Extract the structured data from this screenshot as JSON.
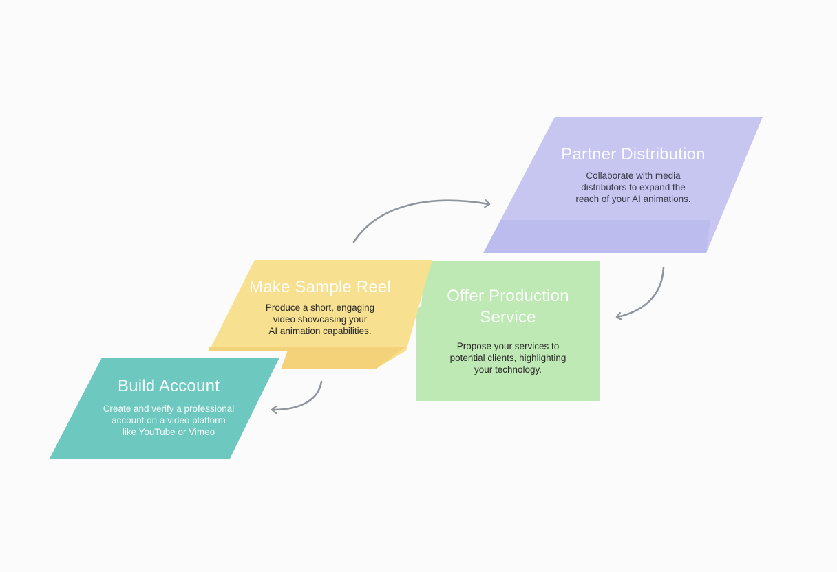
{
  "colors": {
    "background": "#fbfbfb",
    "build_account": "#6cc7bf",
    "sample_reel_top": "#f6df8c",
    "sample_reel_bottom": "#f4d37a",
    "production_service": "#bde9b3",
    "partner_top": "#c5c5f0",
    "partner_bottom": "#bcbdee",
    "arrow": "#8e959c"
  },
  "steps": {
    "build_account": {
      "title": "Build Account",
      "description": "Create and verify a professional\naccount on a video platform\nlike YouTube or Vimeo"
    },
    "sample_reel": {
      "title": "Make Sample Reel",
      "description": "Produce a short, engaging\nvideo showcasing your\nAI animation capabilities."
    },
    "production_service": {
      "title": "Offer Production Service",
      "description": "Propose your services to\npotential clients, highlighting\nyour technology."
    },
    "partner_distribution": {
      "title": "Partner Distribution",
      "description": "Collaborate with media\ndistributors to expand the\nreach of your AI animations."
    }
  }
}
